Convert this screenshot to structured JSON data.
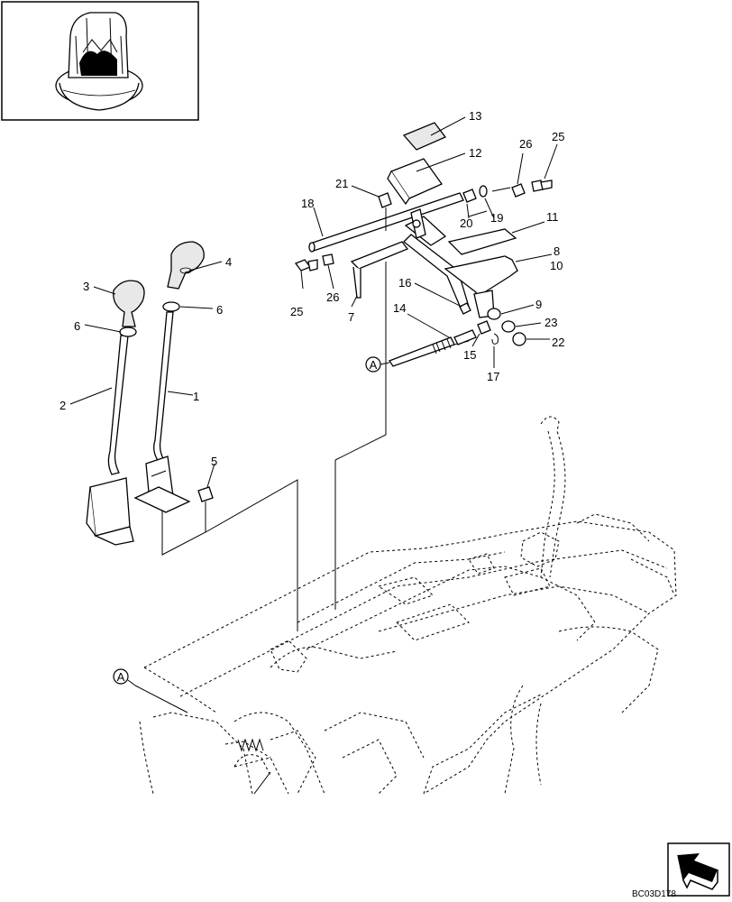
{
  "figure_code": "BC03D178",
  "reference_mark": "A",
  "callouts": [
    {
      "id": "c1",
      "text": "1"
    },
    {
      "id": "c2",
      "text": "2"
    },
    {
      "id": "c3",
      "text": "3"
    },
    {
      "id": "c4",
      "text": "4"
    },
    {
      "id": "c5",
      "text": "5"
    },
    {
      "id": "c6a",
      "text": "6"
    },
    {
      "id": "c6b",
      "text": "6"
    },
    {
      "id": "c7",
      "text": "7"
    },
    {
      "id": "c8",
      "text": "8"
    },
    {
      "id": "c9",
      "text": "9"
    },
    {
      "id": "c10",
      "text": "10"
    },
    {
      "id": "c11",
      "text": "11"
    },
    {
      "id": "c12",
      "text": "12"
    },
    {
      "id": "c13",
      "text": "13"
    },
    {
      "id": "c14",
      "text": "14"
    },
    {
      "id": "c15",
      "text": "15"
    },
    {
      "id": "c16",
      "text": "16"
    },
    {
      "id": "c17",
      "text": "17"
    },
    {
      "id": "c18",
      "text": "18"
    },
    {
      "id": "c19",
      "text": "19"
    },
    {
      "id": "c20",
      "text": "20"
    },
    {
      "id": "c21",
      "text": "21"
    },
    {
      "id": "c22",
      "text": "22"
    },
    {
      "id": "c23",
      "text": "23"
    },
    {
      "id": "c25a",
      "text": "25"
    },
    {
      "id": "c25b",
      "text": "25"
    },
    {
      "id": "c26a",
      "text": "26"
    },
    {
      "id": "c26b",
      "text": "26"
    }
  ]
}
